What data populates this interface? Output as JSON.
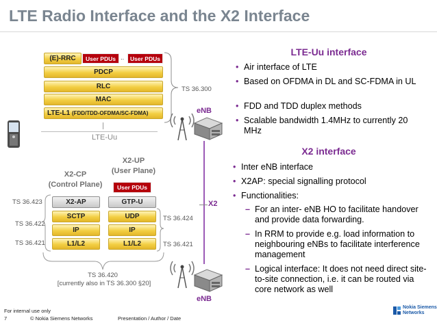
{
  "title": "LTE Radio Interface and the X2 Interface",
  "lte_stack": {
    "rrc": "(E)-RRC",
    "user_pdus_1": "User PDUs",
    "dots": "..",
    "user_pdus_2": "User PDUs",
    "pdcp": "PDCP",
    "rlc": "RLC",
    "mac": "MAC",
    "l1": "LTE-L1",
    "l1_detail": "(FDD/TDD-OFDMA/SC-FDMA)",
    "ts_ref": "TS 36.300",
    "interface_label": "LTE-Uu"
  },
  "enb_top": "eNB",
  "enb_bottom": "eNB",
  "x2_label": "X2",
  "x2_stack": {
    "cp_title": "X2-CP",
    "cp_subtitle": "(Control Plane)",
    "up_title": "X2-UP",
    "up_subtitle": "(User Plane)",
    "user_pdus": "User PDUs",
    "cp_layers": [
      "X2-AP",
      "SCTP",
      "IP",
      "L1/L2"
    ],
    "up_layers": [
      "GTP-U",
      "UDP",
      "IP",
      "L1/L2"
    ],
    "ts_left": [
      "TS 36.423",
      "TS 36.422",
      "TS 36.421"
    ],
    "ts_right": [
      "TS 36.424",
      "TS 36.421"
    ],
    "bottom_ref_1": "TS 36.420",
    "bottom_ref_2": "[currently also in TS 36.300 §20]"
  },
  "lte_uu": {
    "title": "LTE-Uu interface",
    "bullets": [
      "Air interface of LTE",
      "Based on OFDMA in DL and SC-FDMA in UL",
      "FDD and TDD duplex methods",
      "Scalable bandwidth 1.4MHz to currently 20 MHz"
    ]
  },
  "x2": {
    "title": "X2 interface",
    "bullets": [
      "Inter eNB interface",
      "X2AP: special signalling protocol",
      "Functionalities:"
    ],
    "sub_bullets": [
      "For an inter- eNB HO to facilitate handover and provide data forwarding.",
      "In RRM to provide e.g. load information to neighbouring eNBs to facilitate interference management",
      "Logical interface: It does not need direct site-to-site connection, i.e. it can be routed via core network as well"
    ]
  },
  "footer": {
    "internal": "For internal use only",
    "page": "7",
    "copyright": "© Nokia Siemens Networks",
    "meta": "Presentation / Author / Date",
    "logo_line1": "Nokia Siemens",
    "logo_line2": "Networks"
  },
  "colors": {
    "accent": "#7b2b91",
    "pdu_red": "#b5000c",
    "layer_yellow": "#f3cf43",
    "title_grey": "#7a8590"
  }
}
